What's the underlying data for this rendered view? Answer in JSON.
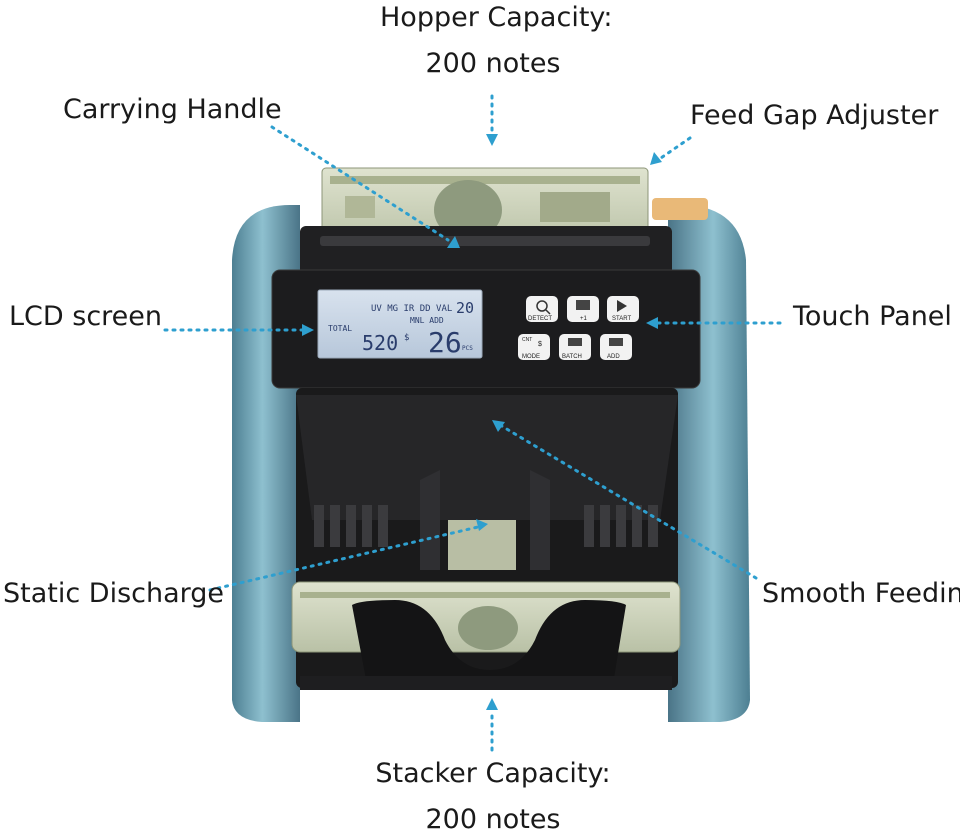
{
  "callouts": {
    "hopper_line1": "Hopper Capacity:",
    "hopper_line2": "200 notes",
    "carrying_handle": "Carrying Handle",
    "feed_gap": "Feed Gap Adjuster",
    "lcd_screen": "LCD screen",
    "touch_panel": "Touch Panel",
    "static_discharge": "Static Discharge",
    "smooth_feeding": "Smooth Feeding",
    "stacker_line1": "Stacker Capacity:",
    "stacker_line2": "200 notes"
  },
  "lcd": {
    "modes": "UV MG IR DD VAL",
    "denom": "20",
    "total_label": "TOTAL",
    "mnl_add": "MNL ADD",
    "total_value": "520",
    "currency": "$",
    "count": "26",
    "pcs": "PCS"
  },
  "buttons": {
    "detect": "DETECT",
    "plus_one": "+1",
    "start": "START",
    "mode_top": "CNT",
    "mode_sym": "$",
    "mode": "MODE",
    "batch": "BATCH",
    "add": "ADD"
  },
  "colors": {
    "leader_line": "#2e9fcf",
    "body_blue": "#6a9fb0",
    "panel_black": "#1c1c1e",
    "lcd_bg": "#c9d6e6"
  }
}
